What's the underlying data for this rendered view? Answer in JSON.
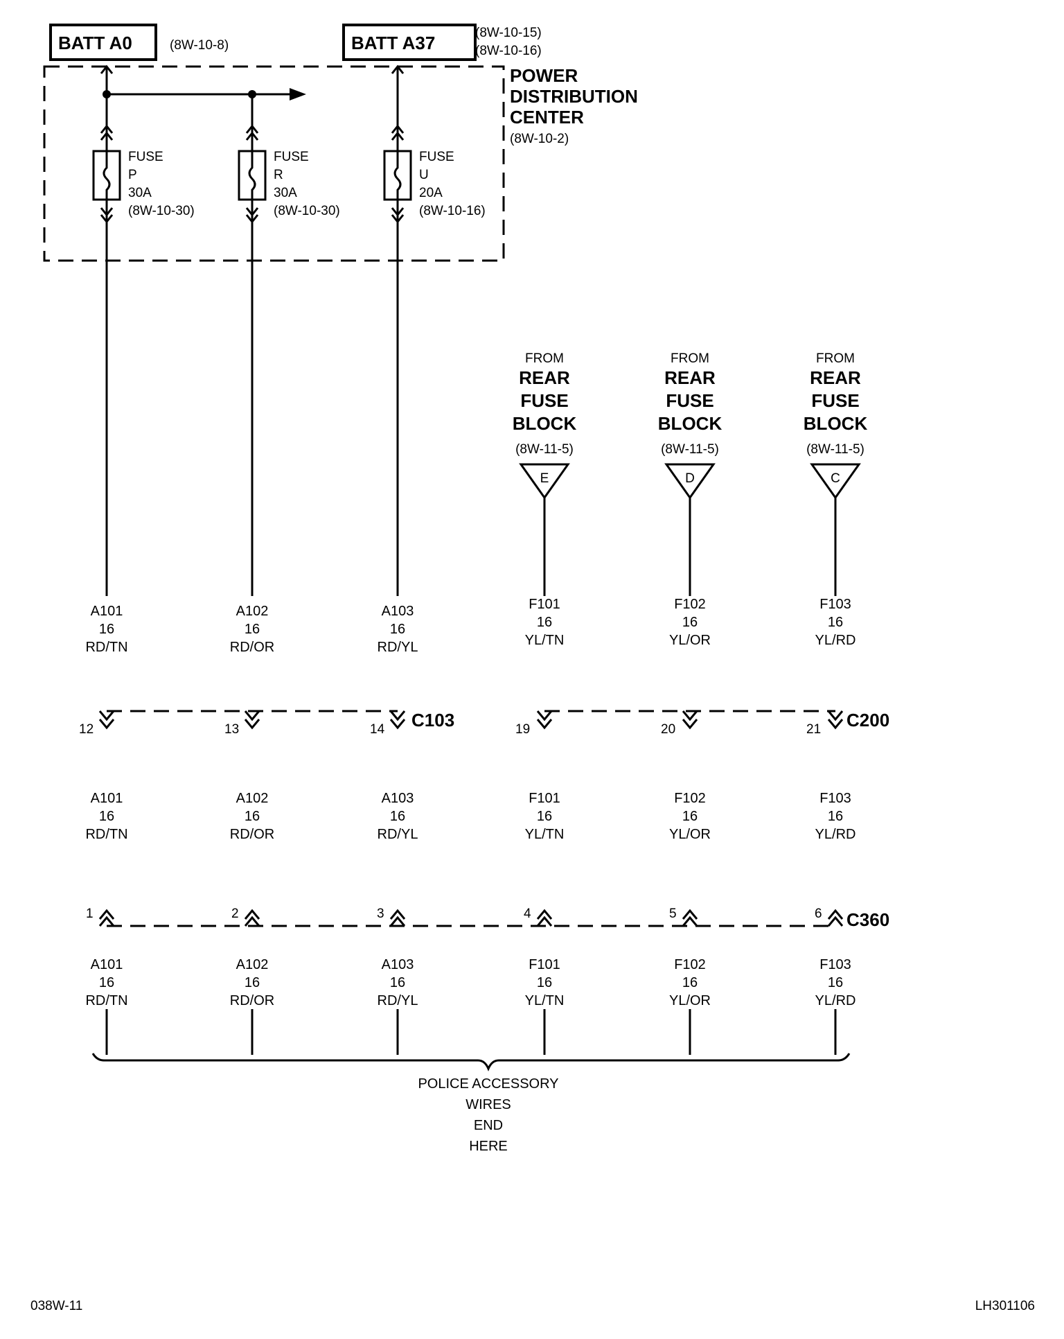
{
  "sources": [
    {
      "label": "BATT A0",
      "refs": [
        "(8W-10-8)"
      ]
    },
    {
      "label": "BATT A37",
      "refs": [
        "(8W-10-15)",
        "(8W-10-16)"
      ]
    }
  ],
  "pdc": {
    "lines": [
      "POWER",
      "DISTRIBUTION",
      "CENTER"
    ],
    "ref": "(8W-10-2)"
  },
  "fuses": [
    {
      "lines": [
        "FUSE",
        "P",
        "30A",
        "(8W-10-30)"
      ]
    },
    {
      "lines": [
        "FUSE",
        "R",
        "30A",
        "(8W-10-30)"
      ]
    },
    {
      "lines": [
        "FUSE",
        "U",
        "20A",
        "(8W-10-16)"
      ]
    }
  ],
  "rear_sources": [
    {
      "from": "FROM",
      "lines": [
        "REAR",
        "FUSE",
        "BLOCK"
      ],
      "ref": "(8W-11-5)",
      "pin": "E"
    },
    {
      "from": "FROM",
      "lines": [
        "REAR",
        "FUSE",
        "BLOCK"
      ],
      "ref": "(8W-11-5)",
      "pin": "D"
    },
    {
      "from": "FROM",
      "lines": [
        "REAR",
        "FUSE",
        "BLOCK"
      ],
      "ref": "(8W-11-5)",
      "pin": "C"
    }
  ],
  "circuits": [
    {
      "id": "A101",
      "gauge": "16",
      "color": "RD/TN"
    },
    {
      "id": "A102",
      "gauge": "16",
      "color": "RD/OR"
    },
    {
      "id": "A103",
      "gauge": "16",
      "color": "RD/YL"
    },
    {
      "id": "F101",
      "gauge": "16",
      "color": "YL/TN"
    },
    {
      "id": "F102",
      "gauge": "16",
      "color": "YL/OR"
    },
    {
      "id": "F103",
      "gauge": "16",
      "color": "YL/RD"
    }
  ],
  "connectors": [
    {
      "name": "C103",
      "pins": [
        "12",
        "13",
        "14"
      ]
    },
    {
      "name": "C200",
      "pins": [
        "19",
        "20",
        "21"
      ]
    },
    {
      "name": "C360",
      "pins": [
        "1",
        "2",
        "3",
        "4",
        "5",
        "6"
      ]
    }
  ],
  "end_note": [
    "POLICE ACCESSORY",
    "WIRES",
    "END",
    "HERE"
  ],
  "footer": {
    "left": "038W-11",
    "right": "LH301106"
  }
}
